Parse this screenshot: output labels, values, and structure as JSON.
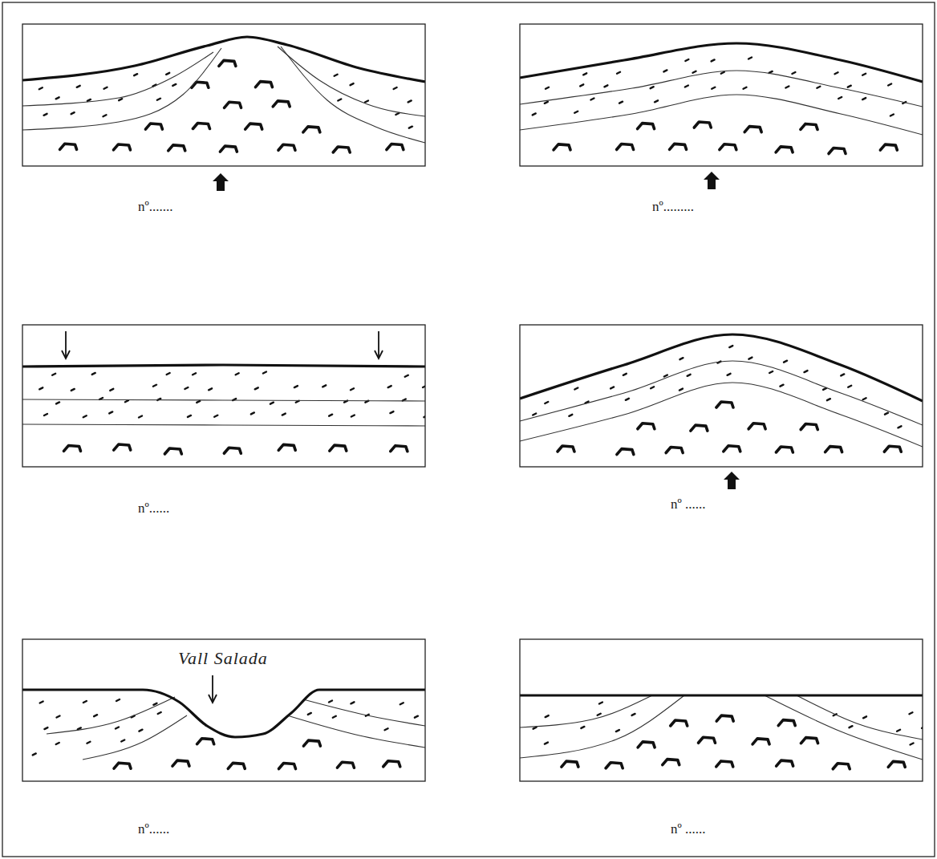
{
  "diagram": {
    "labels": [
      "nº.......",
      "nº.........",
      "nº......",
      "nº ......",
      "Vall Salada",
      "nº......",
      "nº ......"
    ]
  }
}
